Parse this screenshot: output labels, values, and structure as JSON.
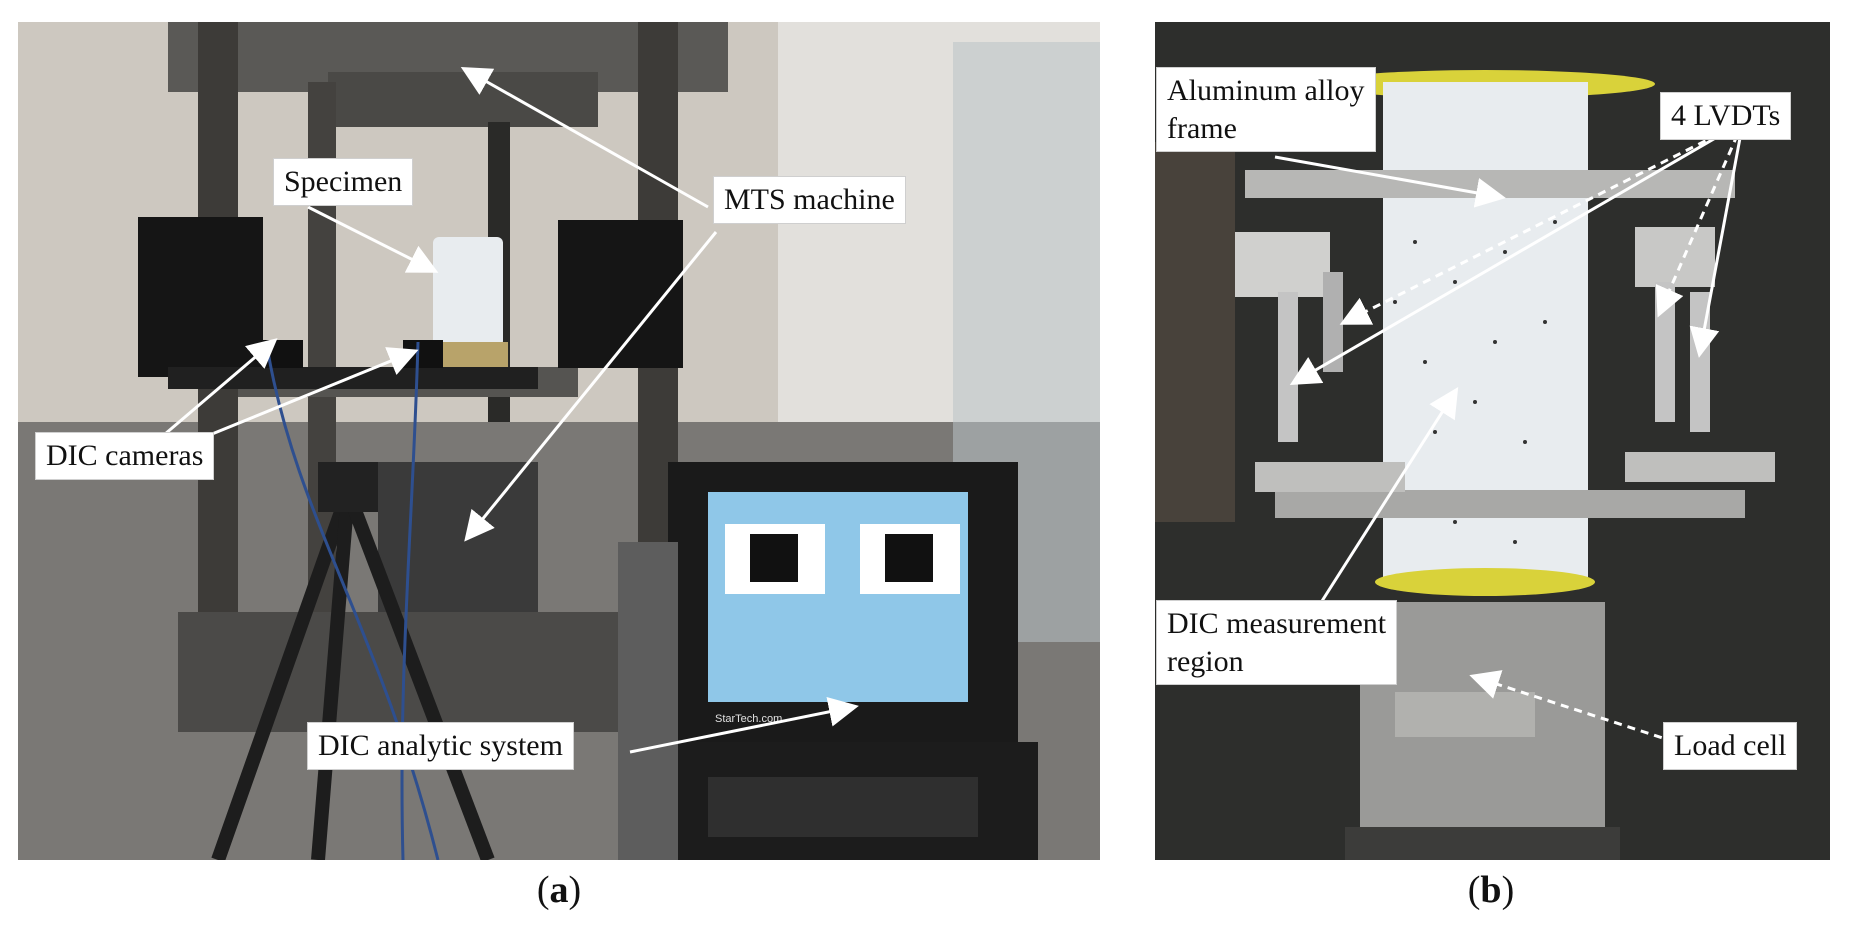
{
  "panel_a": {
    "labels": {
      "specimen": "Specimen",
      "mts_machine": "MTS machine",
      "dic_cameras": "DIC cameras",
      "dic_analytic_system": "DIC analytic system"
    },
    "screen_brand": "StarTech.com",
    "caption_open": "(",
    "caption_letter": "a",
    "caption_close": ")"
  },
  "panel_b": {
    "labels": {
      "frame_line1": "Aluminum alloy",
      "frame_line2": "frame",
      "lvdts": "4 LVDTs",
      "dic_region_line1": "DIC measurement",
      "dic_region_line2": "region",
      "load_cell": "Load cell"
    },
    "caption_open": "(",
    "caption_letter": "b",
    "caption_close": ")"
  },
  "colors": {
    "specimen": "#e8ecef",
    "steel": "#9a9a98",
    "arrow": "#ffffff"
  }
}
